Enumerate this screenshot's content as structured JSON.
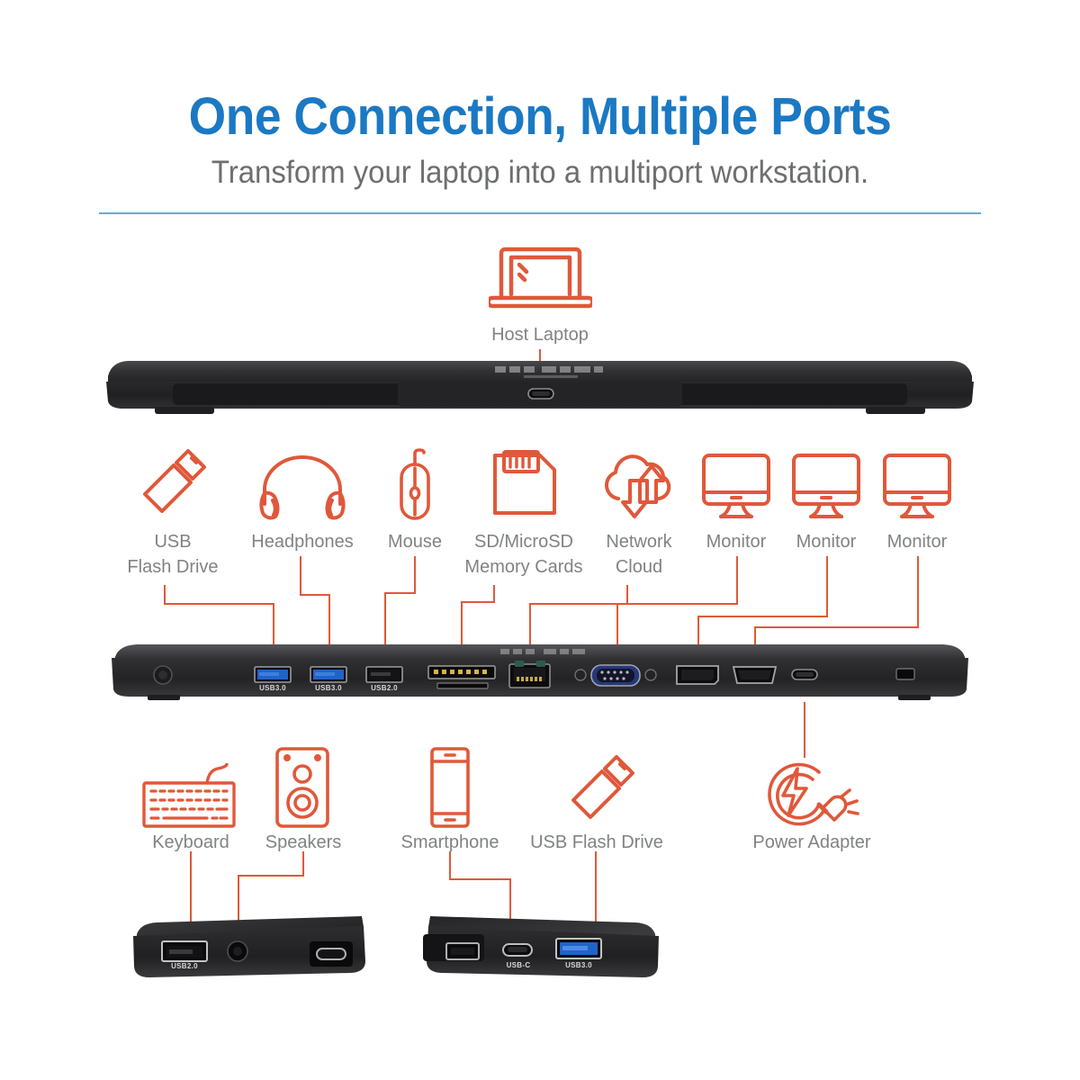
{
  "header": {
    "title": "One Connection, Multiple Ports",
    "subtitle": "Transform your laptop into a multiport workstation."
  },
  "colors": {
    "title_blue": "#1B79C3",
    "divider_blue": "#6AA9D8",
    "accent_orange": "#E0583A",
    "label_gray": "#808285",
    "dock_black": "#2b2b2d",
    "usb3_blue": "#1E64C8"
  },
  "host": {
    "label": "Host Laptop",
    "icon": "laptop-icon"
  },
  "top_devices": [
    {
      "label": "USB\nFlash Drive",
      "icon": "usb-flash-drive-icon",
      "port": "USB3.0"
    },
    {
      "label": "Headphones",
      "icon": "headphones-icon",
      "port": "USB3.0"
    },
    {
      "label": "Mouse",
      "icon": "mouse-icon",
      "port": "USB2.0"
    },
    {
      "label": "SD/MicroSD\nMemory Cards",
      "icon": "sd-card-icon",
      "port": "SD card slot"
    },
    {
      "label": "Network\nCloud",
      "icon": "network-cloud-icon",
      "port": "RJ45 Ethernet"
    },
    {
      "label": "Monitor",
      "icon": "monitor-icon",
      "port": "VGA"
    },
    {
      "label": "Monitor",
      "icon": "monitor-icon",
      "port": "DisplayPort"
    },
    {
      "label": "Monitor",
      "icon": "monitor-icon",
      "port": "HDMI"
    }
  ],
  "bottom_devices": [
    {
      "label": "Keyboard",
      "icon": "keyboard-icon",
      "port": "USB2.0"
    },
    {
      "label": "Speakers",
      "icon": "speakers-icon",
      "port": "3.5mm audio jack"
    },
    {
      "label": "Smartphone",
      "icon": "smartphone-icon",
      "port": "USB-C"
    },
    {
      "label": "USB Flash Drive",
      "icon": "usb-flash-drive-icon",
      "port": "USB3.0"
    },
    {
      "label": "Power Adapter",
      "icon": "power-adapter-icon",
      "port": "USB-C power"
    }
  ],
  "dock_front": {
    "name": "docking-station-front-edge",
    "ports": [
      {
        "type": "usb-c",
        "label": ""
      }
    ]
  },
  "dock_rear": {
    "name": "docking-station-rear-panel",
    "ports": [
      {
        "type": "power-button",
        "label": ""
      },
      {
        "type": "usb-a-blue",
        "label": "USB3.0"
      },
      {
        "type": "usb-a-blue",
        "label": "USB3.0"
      },
      {
        "type": "usb-a-black",
        "label": "USB2.0"
      },
      {
        "type": "sd-slot",
        "label": ""
      },
      {
        "type": "rj45",
        "label": ""
      },
      {
        "type": "vga",
        "label": ""
      },
      {
        "type": "displayport",
        "label": ""
      },
      {
        "type": "hdmi",
        "label": ""
      },
      {
        "type": "usb-c",
        "label": ""
      },
      {
        "type": "kensington-lock",
        "label": ""
      }
    ]
  },
  "dock_side_left": {
    "name": "docking-station-left-side",
    "ports": [
      {
        "type": "usb-a-black",
        "label": "USB2.0"
      },
      {
        "type": "audio-jack",
        "label": ""
      },
      {
        "type": "usb-c",
        "label": ""
      }
    ]
  },
  "dock_side_right": {
    "name": "docking-station-right-side",
    "ports": [
      {
        "type": "usb-c",
        "label": "USB-C"
      },
      {
        "type": "usb-a-blue",
        "label": "USB3.0"
      }
    ]
  }
}
